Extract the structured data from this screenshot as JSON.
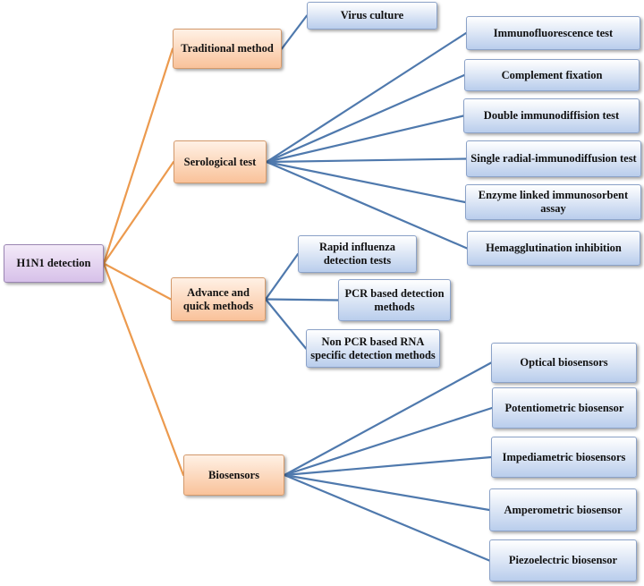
{
  "diagram": {
    "root": "H1N1 detection",
    "categories": [
      {
        "label": "Traditional method",
        "children": [
          "Virus culture"
        ]
      },
      {
        "label": "Serological test",
        "children": [
          "Immunofluorescence test",
          "Complement fixation",
          "Double immunodiffision test",
          "Single radial-immunodiffusion test",
          "Enzyme linked immunosorbent assay",
          "Hemagglutination inhibition"
        ]
      },
      {
        "label": "Advance and quick methods",
        "children": [
          "Rapid influenza detection tests",
          "PCR based detection methods",
          "Non PCR based RNA specific detection methods"
        ]
      },
      {
        "label": "Biosensors",
        "children": [
          "Optical biosensors",
          "Potentiometric biosensor",
          "Impediametric biosensors",
          "Amperometric biosensor",
          "Piezoelectric biosensor"
        ]
      }
    ],
    "colors": {
      "root_link": "#ec9a4e",
      "leaf_link": "#4f79ad",
      "root_fill": "#d7c1e9",
      "category_fill": "#f9c29a",
      "leaf_fill": "#b9cdec"
    }
  }
}
